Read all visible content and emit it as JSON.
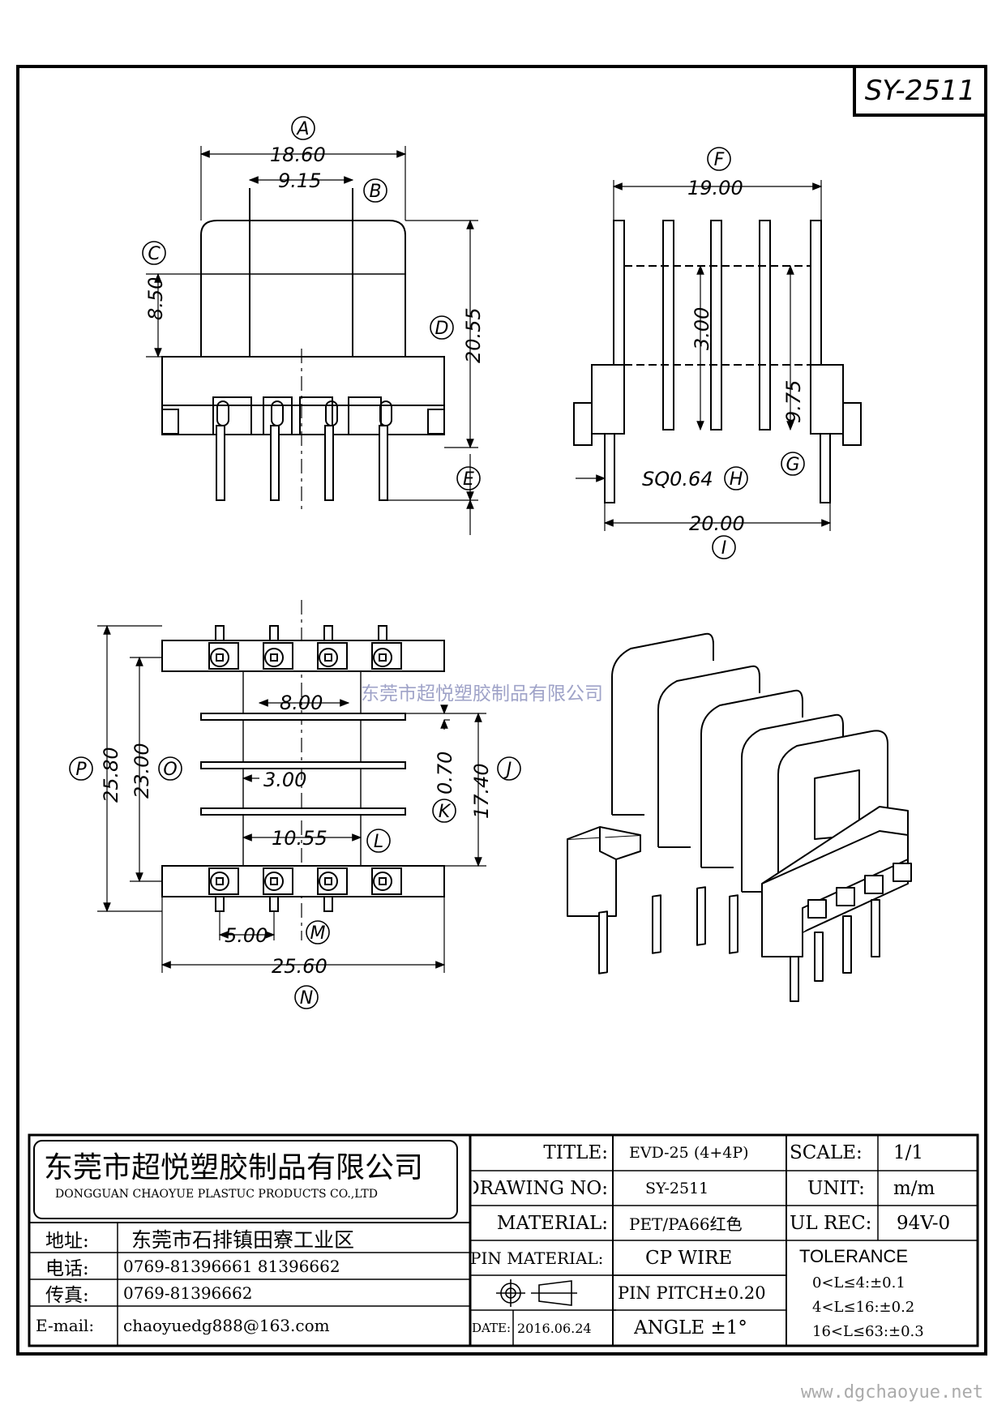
{
  "code": "SY-2511",
  "watermark": "东莞市超悦塑胶制品有限公司",
  "website": "www.dgchaoyue.net",
  "dimensions": {
    "a": "18.60",
    "b": "9.15",
    "c": "8.50",
    "d": "20.55",
    "f": "19.00",
    "f_inner": "3.00",
    "g": "9.75",
    "h": "SQ0.64",
    "i": "20.00",
    "p": "25.80",
    "o": "23.00",
    "j": "17.40",
    "k": "0.70",
    "d8": "8.00",
    "d3": "3.00",
    "l": "10.55",
    "m": "5.00",
    "n": "25.60"
  },
  "letters": {
    "a": "A",
    "b": "B",
    "c": "C",
    "d": "D",
    "e": "E",
    "f": "F",
    "g": "G",
    "h": "H",
    "i": "I",
    "j": "J",
    "k": "K",
    "l": "L",
    "m": "M",
    "n": "N",
    "o": "O",
    "p": "P"
  },
  "title_block": {
    "company_cn": "东莞市超悦塑胶制品有限公司",
    "company_en": "DONGGUAN CHAOYUE PLASTUC PRODUCTS CO.,LTD",
    "address_label": "地址:",
    "address": "东莞市石排镇田寮工业区",
    "phone_label": "电话:",
    "phone": "0769-81396661   81396662",
    "fax_label": "传真:",
    "fax": "0769-81396662",
    "email_label": "E-mail:",
    "email": "chaoyuedg888@163.com",
    "title_label": "TITLE:",
    "title": "EVD-25 (4+4P)",
    "drawing_no_label": "DRAWING NO:",
    "drawing_no": "SY-2511",
    "material_label": "MATERIAL:",
    "material": "PET/PA66红色",
    "pin_material_label": "PIN MATERIAL:",
    "pin_material": "CP WIRE",
    "date_label": "DATE:",
    "date": "2016.06.24",
    "pin_pitch": "PIN PITCH±0.20",
    "angle": "ANGLE  ±1°",
    "scale_label": "SCALE:",
    "scale": "1/1",
    "unit_label": "UNIT:",
    "unit": "m/m",
    "ul_label": "UL REC:",
    "ul": "94V-0",
    "tolerance_label": "TOLERANCE",
    "tol1": "0<L≤4:±0.1",
    "tol2": "4<L≤16:±0.2",
    "tol3": "16<L≤63:±0.3"
  }
}
